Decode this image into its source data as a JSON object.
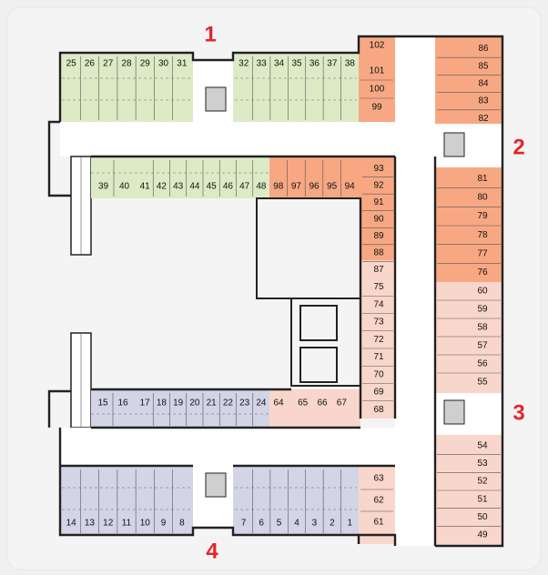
{
  "colors": {
    "background": "#f0f0f0",
    "green": "#dcebc6",
    "orange": "#f7a883",
    "pink": "#f9d6cb",
    "purple": "#d3d4e6",
    "corridor": "#ffffff",
    "stair": "#cfcfcf",
    "label": "#e3262b"
  },
  "entrance_labels": [
    "1",
    "2",
    "3",
    "4"
  ],
  "units": {
    "top_green": [
      "25",
      "26",
      "27",
      "28",
      "29",
      "30",
      "31",
      "32",
      "33",
      "34",
      "35",
      "36",
      "37",
      "38"
    ],
    "top_orange": [
      "102"
    ],
    "left_stack": [
      "101",
      "100",
      "99"
    ],
    "right_top": [
      "86",
      "85",
      "84",
      "83",
      "82"
    ],
    "mid_green": [
      "39",
      "40",
      "41",
      "42",
      "43",
      "44",
      "45",
      "46",
      "47",
      "48"
    ],
    "mid_orange": [
      "98",
      "97",
      "96",
      "95",
      "94"
    ],
    "inner_right": [
      "93",
      "92",
      "91",
      "90",
      "89",
      "88",
      "87"
    ],
    "right_mid": [
      "81",
      "80",
      "79",
      "78",
      "77",
      "76"
    ],
    "inner_lower": [
      "75",
      "74",
      "73",
      "72",
      "71",
      "70",
      "69",
      "68"
    ],
    "right_lower": [
      "60",
      "59",
      "58",
      "57",
      "56",
      "55"
    ],
    "lower_purple": [
      "15",
      "16",
      "17",
      "18",
      "19",
      "20",
      "21",
      "22",
      "23",
      "24"
    ],
    "lower_pink": [
      "64",
      "65",
      "66",
      "67"
    ],
    "bottom_right_stack": [
      "63",
      "62",
      "61"
    ],
    "right_bottom": [
      "54",
      "53",
      "52",
      "51",
      "50",
      "49"
    ],
    "bottom_purple": [
      "14",
      "13",
      "12",
      "11",
      "10",
      "9",
      "8",
      "7",
      "6",
      "5",
      "4",
      "3",
      "2",
      "1"
    ]
  }
}
